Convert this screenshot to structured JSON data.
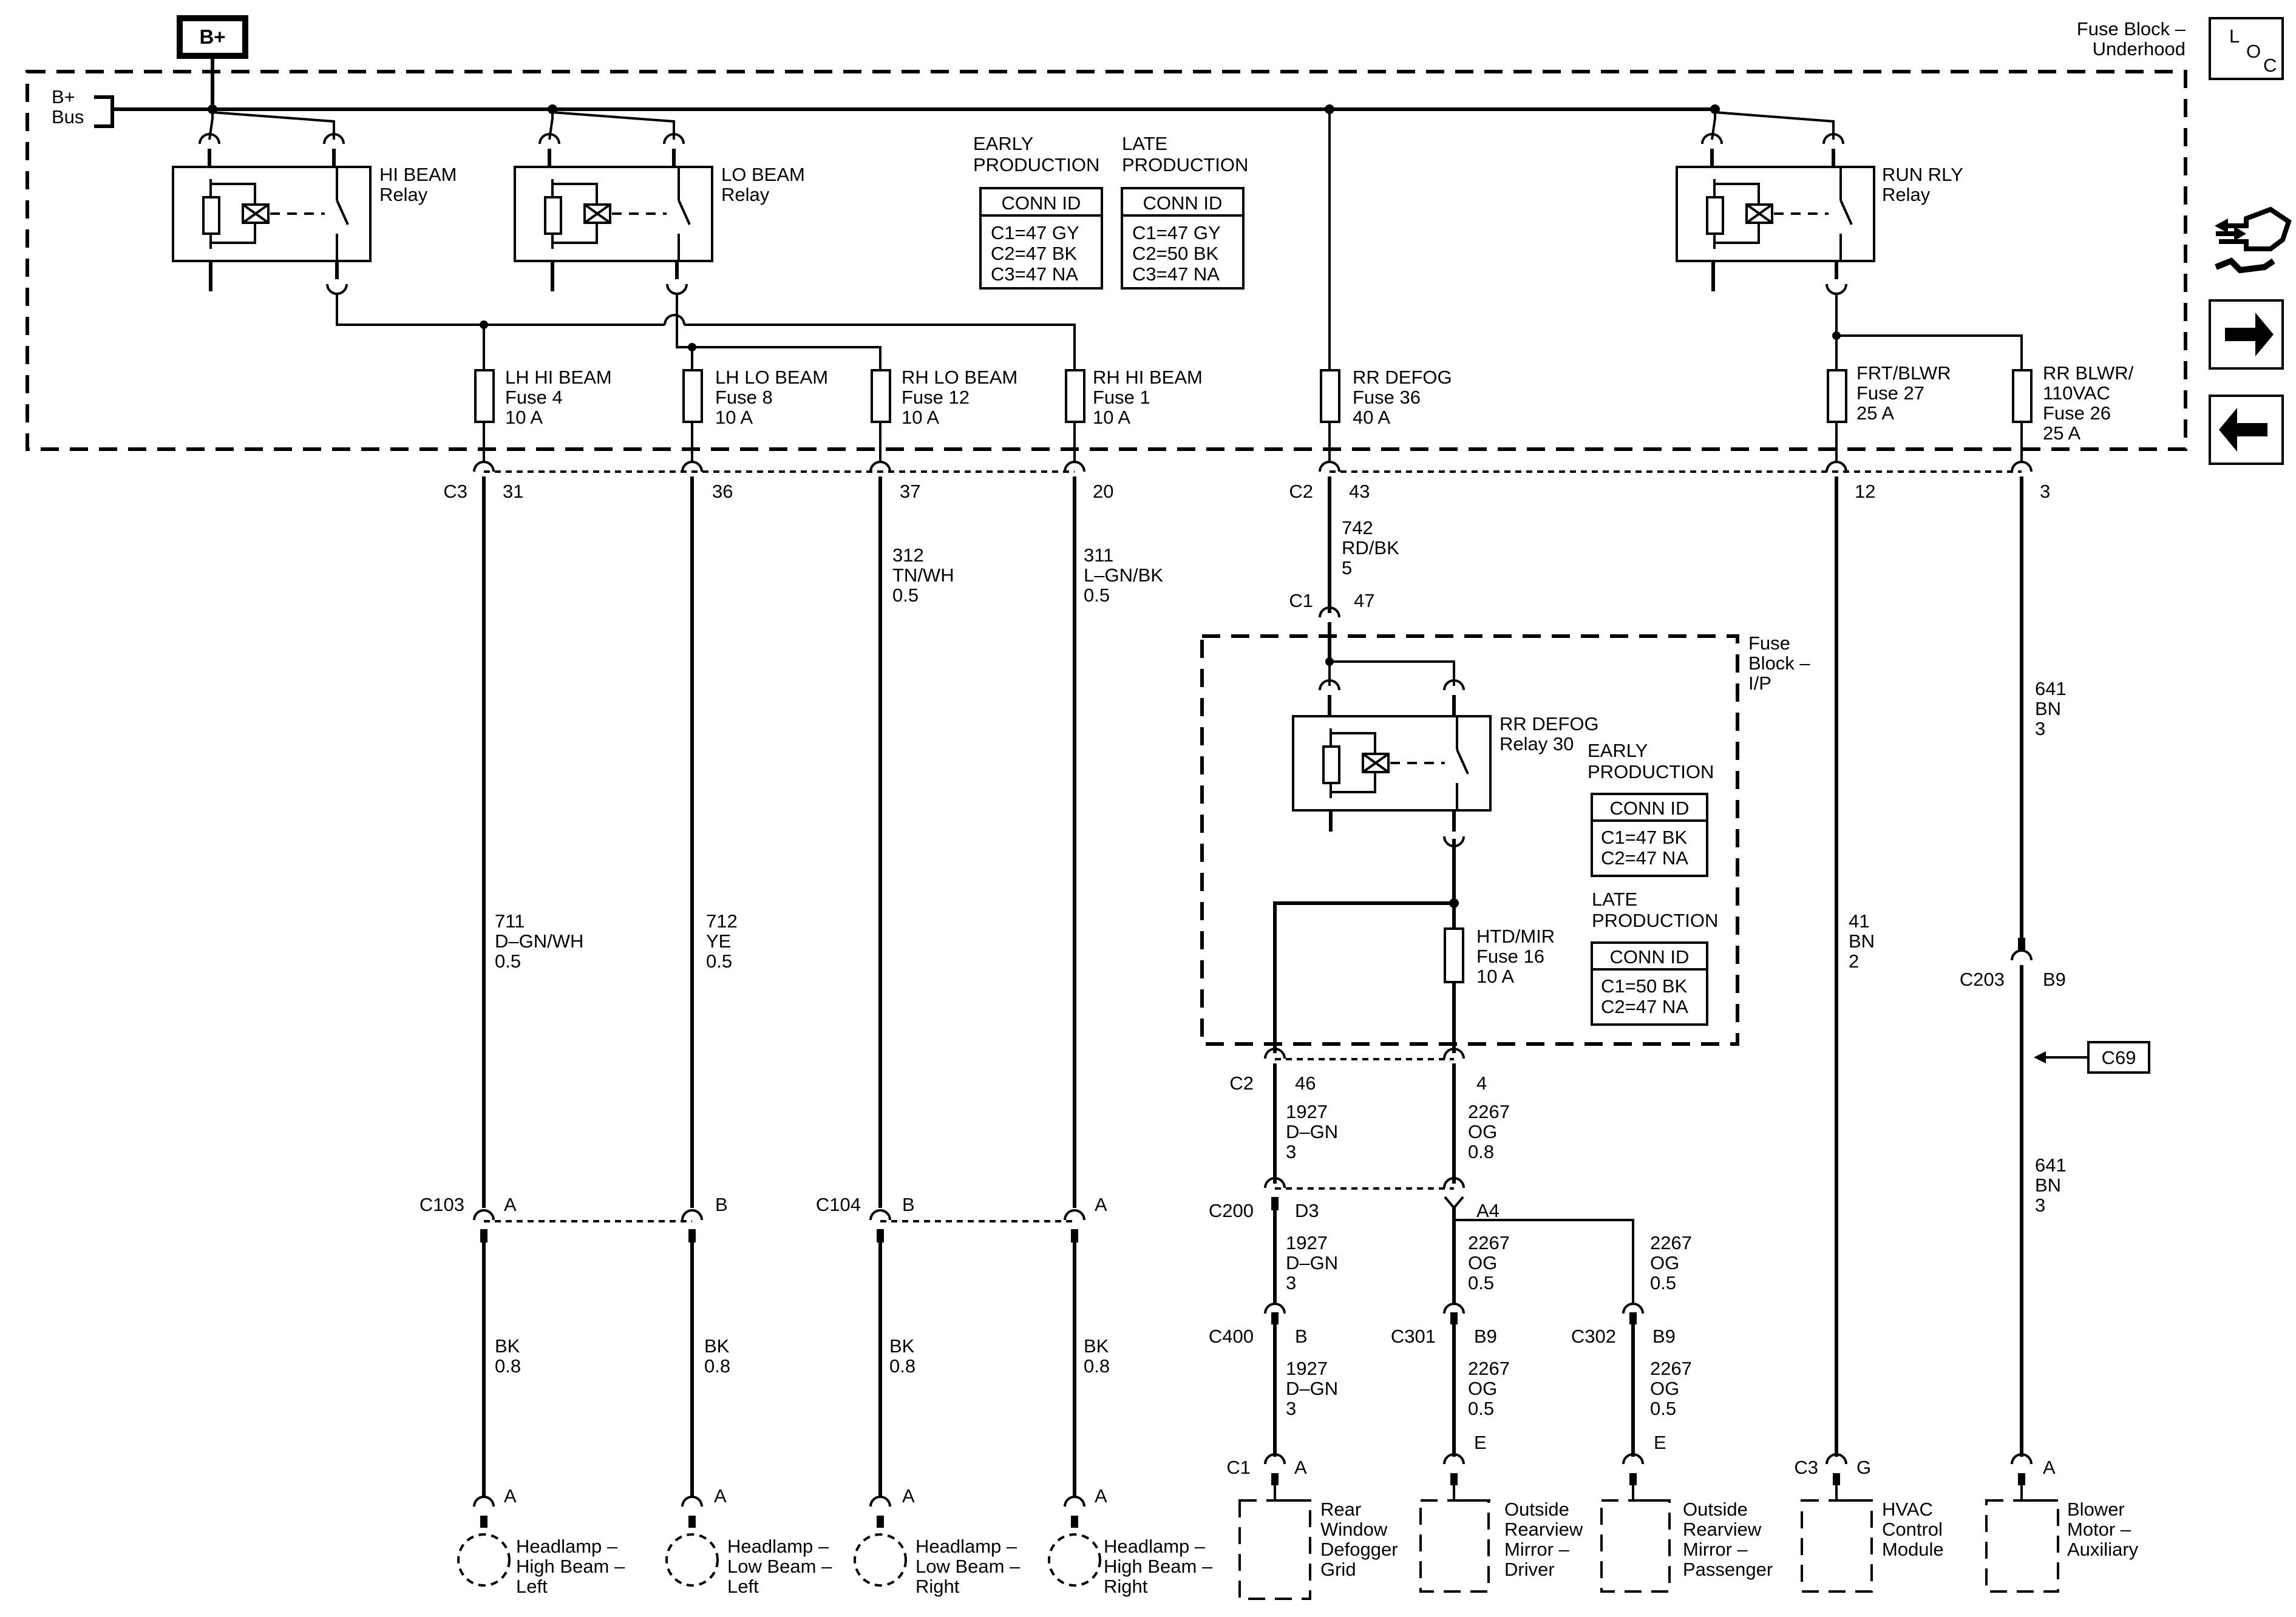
{
  "header": {
    "b_plus": "B+",
    "loc_l": "L",
    "loc_o": "O",
    "loc_c": "C",
    "fuse_block_underhood": [
      "Fuse Block –",
      "Underhood"
    ],
    "b_bus": [
      "B+",
      "Bus"
    ]
  },
  "relays": {
    "hi_beam": [
      "HI BEAM",
      "Relay"
    ],
    "lo_beam": [
      "LO BEAM",
      "Relay"
    ],
    "run_rly": [
      "RUN RLY",
      "Relay"
    ],
    "rr_defog": [
      "RR DEFOG",
      "Relay 30"
    ]
  },
  "conn_tables": {
    "early_title": [
      "EARLY",
      "PRODUCTION"
    ],
    "late_title": [
      "LATE",
      "PRODUCTION"
    ],
    "conn_id": "CONN ID",
    "early_rows": [
      "C1=47 GY",
      "C2=47 BK",
      "C3=47 NA"
    ],
    "late_rows": [
      "C1=47 GY",
      "C2=50 BK",
      "C3=47 NA"
    ],
    "ip_early_rows": [
      "C1=47 BK",
      "C2=47 NA"
    ],
    "ip_late_rows": [
      "C1=50 BK",
      "C2=47 NA"
    ]
  },
  "fuses": {
    "lh_hi": [
      "LH HI BEAM",
      "Fuse 4",
      "10 A"
    ],
    "lh_lo": [
      "LH LO BEAM",
      "Fuse 8",
      "10 A"
    ],
    "rh_lo": [
      "RH LO BEAM",
      "Fuse 12",
      "10 A"
    ],
    "rh_hi": [
      "RH HI BEAM",
      "Fuse 1",
      "10 A"
    ],
    "rr_defog": [
      "RR DEFOG",
      "Fuse 36",
      "40 A"
    ],
    "frt_blwr": [
      "FRT/BLWR",
      "Fuse 27",
      "25 A"
    ],
    "rr_blwr": [
      "RR BLWR/",
      "110VAC",
      "Fuse 26",
      "25 A"
    ],
    "htd_mir": [
      "HTD/MIR",
      "Fuse 16",
      "10 A"
    ]
  },
  "fuse_block_ip": [
    "Fuse",
    "Block –",
    "I/P"
  ],
  "connectors": {
    "c3": "C3",
    "p31": "31",
    "p36": "36",
    "p37": "37",
    "p20": "20",
    "c2": "C2",
    "p43": "43",
    "p12": "12",
    "p3": "3",
    "c1": "C1",
    "p47": "47",
    "c2b": "C2",
    "p46": "46",
    "p4": "4",
    "c200": "C200",
    "d3": "D3",
    "a4": "A4",
    "c400": "C400",
    "b": "B",
    "c301": "C301",
    "b9a": "B9",
    "c302": "C302",
    "b9b": "B9",
    "c203": "C203",
    "b9c": "B9",
    "c103": "C103",
    "c104": "C104",
    "pa": "A",
    "pb": "B",
    "c1b": "C1",
    "c3b": "C3",
    "g": "G"
  },
  "wires": {
    "w742": [
      "742",
      "RD/BK",
      "5"
    ],
    "w312": [
      "312",
      "TN/WH",
      "0.5"
    ],
    "w311": [
      "311",
      "L–GN/BK",
      "0.5"
    ],
    "w711": [
      "711",
      "D–GN/WH",
      "0.5"
    ],
    "w712": [
      "712",
      "YE",
      "0.5"
    ],
    "w41": [
      "41",
      "BN",
      "2"
    ],
    "w641a": [
      "641",
      "BN",
      "3"
    ],
    "w641b": [
      "641",
      "BN",
      "3"
    ],
    "w1927a": [
      "1927",
      "D–GN",
      "3"
    ],
    "w1927b": [
      "1927",
      "D–GN",
      "3"
    ],
    "w1927c": [
      "1927",
      "D–GN",
      "3"
    ],
    "w2267a": [
      "2267",
      "OG",
      "0.8"
    ],
    "w2267b": [
      "2267",
      "OG",
      "0.5"
    ],
    "w2267c": [
      "2267",
      "OG",
      "0.5"
    ],
    "w2267d": [
      "2267",
      "OG",
      "0.5"
    ],
    "w2267e": [
      "2267",
      "OG",
      "0.5"
    ],
    "bk": [
      "BK",
      "0.8"
    ]
  },
  "c69": "C69",
  "components": {
    "hl_hi_left": [
      "Headlamp –",
      "High Beam –",
      "Left"
    ],
    "hl_lo_left": [
      "Headlamp –",
      "Low Beam –",
      "Left"
    ],
    "hl_lo_right": [
      "Headlamp –",
      "Low Beam –",
      "Right"
    ],
    "hl_hi_right": [
      "Headlamp –",
      "High Beam –",
      "Right"
    ],
    "rear_defog": [
      "Rear",
      "Window",
      "Defogger",
      "Grid"
    ],
    "mirror_driver": [
      "Outside",
      "Rearview",
      "Mirror –",
      "Driver"
    ],
    "mirror_pass": [
      "Outside",
      "Rearview",
      "Mirror –",
      "Passenger"
    ],
    "hvac": [
      "HVAC",
      "Control",
      "Module"
    ],
    "blower": [
      "Blower",
      "Motor –",
      "Auxiliary"
    ]
  },
  "nav_icons": [
    "connector-end-view-icon",
    "forward-arrow-icon",
    "back-arrow-icon"
  ]
}
